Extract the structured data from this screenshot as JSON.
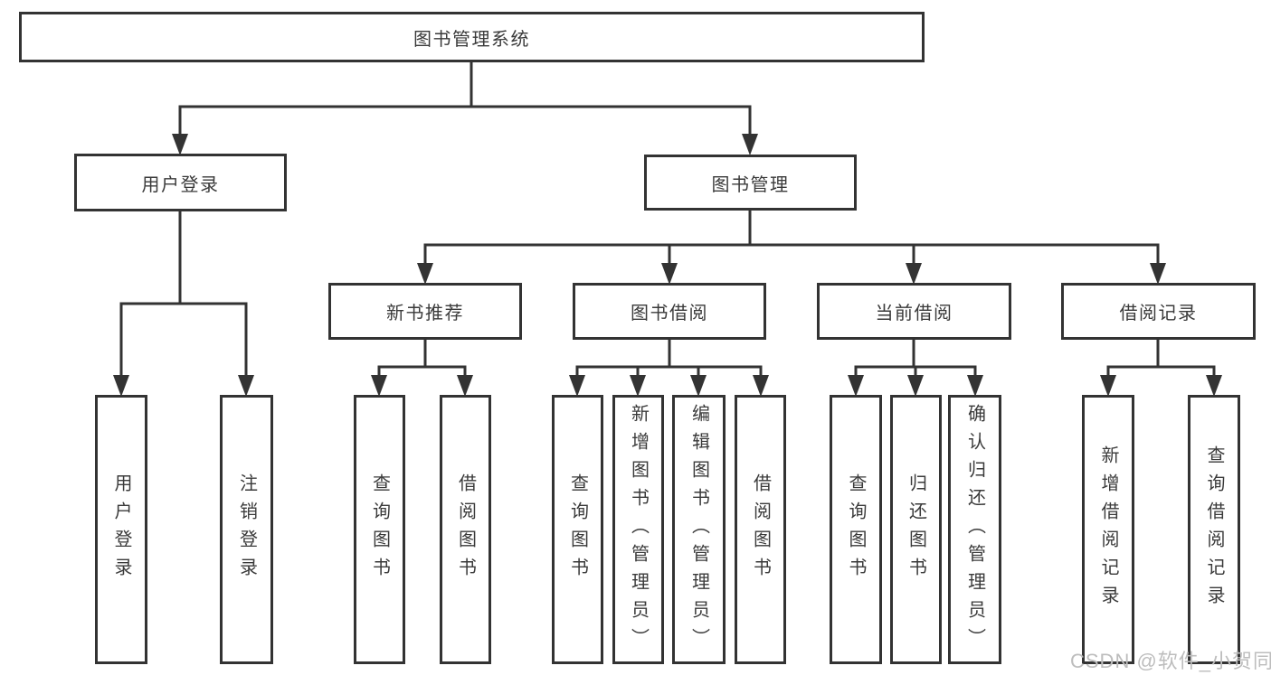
{
  "diagram": {
    "root": {
      "label": "图书管理系统"
    },
    "level2": [
      {
        "label": "用户登录"
      },
      {
        "label": "图书管理"
      }
    ],
    "level3": [
      {
        "label": "新书推荐"
      },
      {
        "label": "图书借阅"
      },
      {
        "label": "当前借阅"
      },
      {
        "label": "借阅记录"
      }
    ],
    "leaves": [
      {
        "label": "用户登录"
      },
      {
        "label": "注销登录"
      },
      {
        "label": "查询图书"
      },
      {
        "label": "借阅图书"
      },
      {
        "label": "查询图书"
      },
      {
        "label": "新增图书（管理员）"
      },
      {
        "label": "编辑图书（管理员）"
      },
      {
        "label": "借阅图书"
      },
      {
        "label": "查询图书"
      },
      {
        "label": "归还图书"
      },
      {
        "label": "确认归还（管理员）"
      },
      {
        "label": "新增借阅记录"
      },
      {
        "label": "查询借阅记录"
      }
    ],
    "colors": {
      "line": "#333333",
      "text": "#3a3a3a",
      "watermark": "#bdbdbd",
      "background": "#ffffff"
    },
    "watermark": {
      "text": "CSDN @软件_小贺同学"
    }
  }
}
